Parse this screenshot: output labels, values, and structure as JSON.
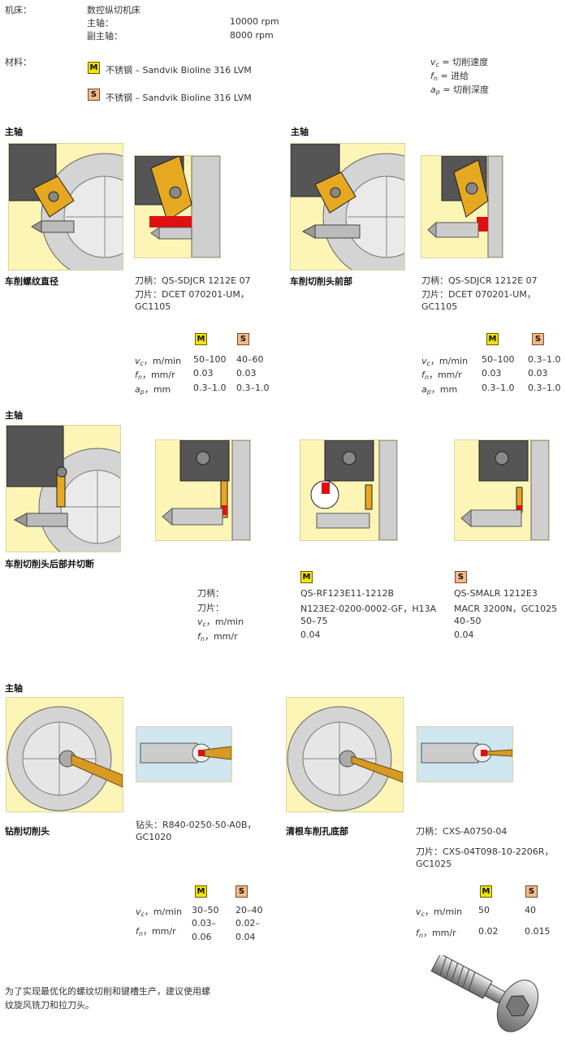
{
  "machine": {
    "label": "机床：",
    "type": "数控纵切机床",
    "main_spindle_label": "主轴：",
    "main_spindle_value": "10000 rpm",
    "sub_spindle_label": "副主轴：",
    "sub_spindle_value": "8000 rpm"
  },
  "material": {
    "label": "材料：",
    "m_text": "不锈钢 – Sandvik Bioline 316 LVM",
    "s_text": "不锈钢 – Sandvik Bioline 316 LVM"
  },
  "legend": {
    "vc": "= 切削速度",
    "fn": "= 进给",
    "ap": "= 切削深度"
  },
  "badges": {
    "m": "M",
    "s": "S"
  },
  "symbols": {
    "v": "v",
    "c": "c",
    "f": "f",
    "n": "n",
    "a": "a",
    "p": "p",
    "vc_unit": "，m/min",
    "fn_unit": "，mm/r",
    "ap_unit": "，mm"
  },
  "section1": {
    "heading_left": "主轴",
    "heading_right": "主轴",
    "op_left": "车削螺纹直径",
    "op_right": "车削切削头前部",
    "holder_left": "刀柄：QS-SDJCR 1212E 07",
    "insert_left": "刀片：DCET 070201-UM，",
    "grade_left": "GC1105",
    "holder_right": "刀柄：QS-SDJCR 1212E 07",
    "insert_right": "刀片：DCET 070201-UM，",
    "grade_right": "GC1105",
    "left_vals": {
      "vc_m": "50–100",
      "vc_s": "40–60",
      "fn_m": "0.03",
      "fn_s": "0.03",
      "ap_m": "0.3–1.0",
      "ap_s": "0.3–1.0"
    },
    "right_vals": {
      "vc_m": "50–100",
      "vc_s": "0.3–1.0",
      "fn_m": "0.03",
      "fn_s": "0.03",
      "ap_m": "0.3–1.0",
      "ap_s": "0.3–1.0"
    }
  },
  "section2": {
    "heading": "主轴",
    "op": "车削切削头后部并切断",
    "holder_label": "刀柄：",
    "insert_label": "刀片：",
    "m_holder": "QS-RF123E11-1212B",
    "m_insert": "N123E2-0200-0002-GF，H13A",
    "m_vc": "50–75",
    "m_fn": "0.04",
    "s_holder": "QS-SMALR 1212E3",
    "s_insert": "MACR 3200N，GC1025",
    "s_vc": "40–50",
    "s_fn": "0.04"
  },
  "section3": {
    "heading": "主轴",
    "op_left": "钻削切削头",
    "op_right": "清根车削孔底部",
    "drill_label": "钻头：R840-0250-50-A0B，",
    "drill_grade": "GC1020",
    "holder_right": "刀柄：CXS-A0750-04",
    "insert_right": "刀片：CXS-04T098-10-2206R，",
    "grade_right": "GC1025",
    "left_vals": {
      "vc_m": "30–50",
      "vc_s": "20–40",
      "fn_m1": "0.03–",
      "fn_m2": "0.06",
      "fn_s1": "0.02–",
      "fn_s2": "0.04"
    },
    "right_vals": {
      "vc_m": "50",
      "vc_s": "40",
      "fn_m": "0.02",
      "fn_s": "0.015"
    }
  },
  "footer": {
    "line1": "为了实现最优化的螺纹切削和键槽生产，建议使用螺",
    "line2": "纹旋风铣刀和拉刀头。"
  },
  "colors": {
    "yellow_bg": "#fdf5b6",
    "badge_m": "#f0e400",
    "badge_s": "#f3b98a"
  }
}
